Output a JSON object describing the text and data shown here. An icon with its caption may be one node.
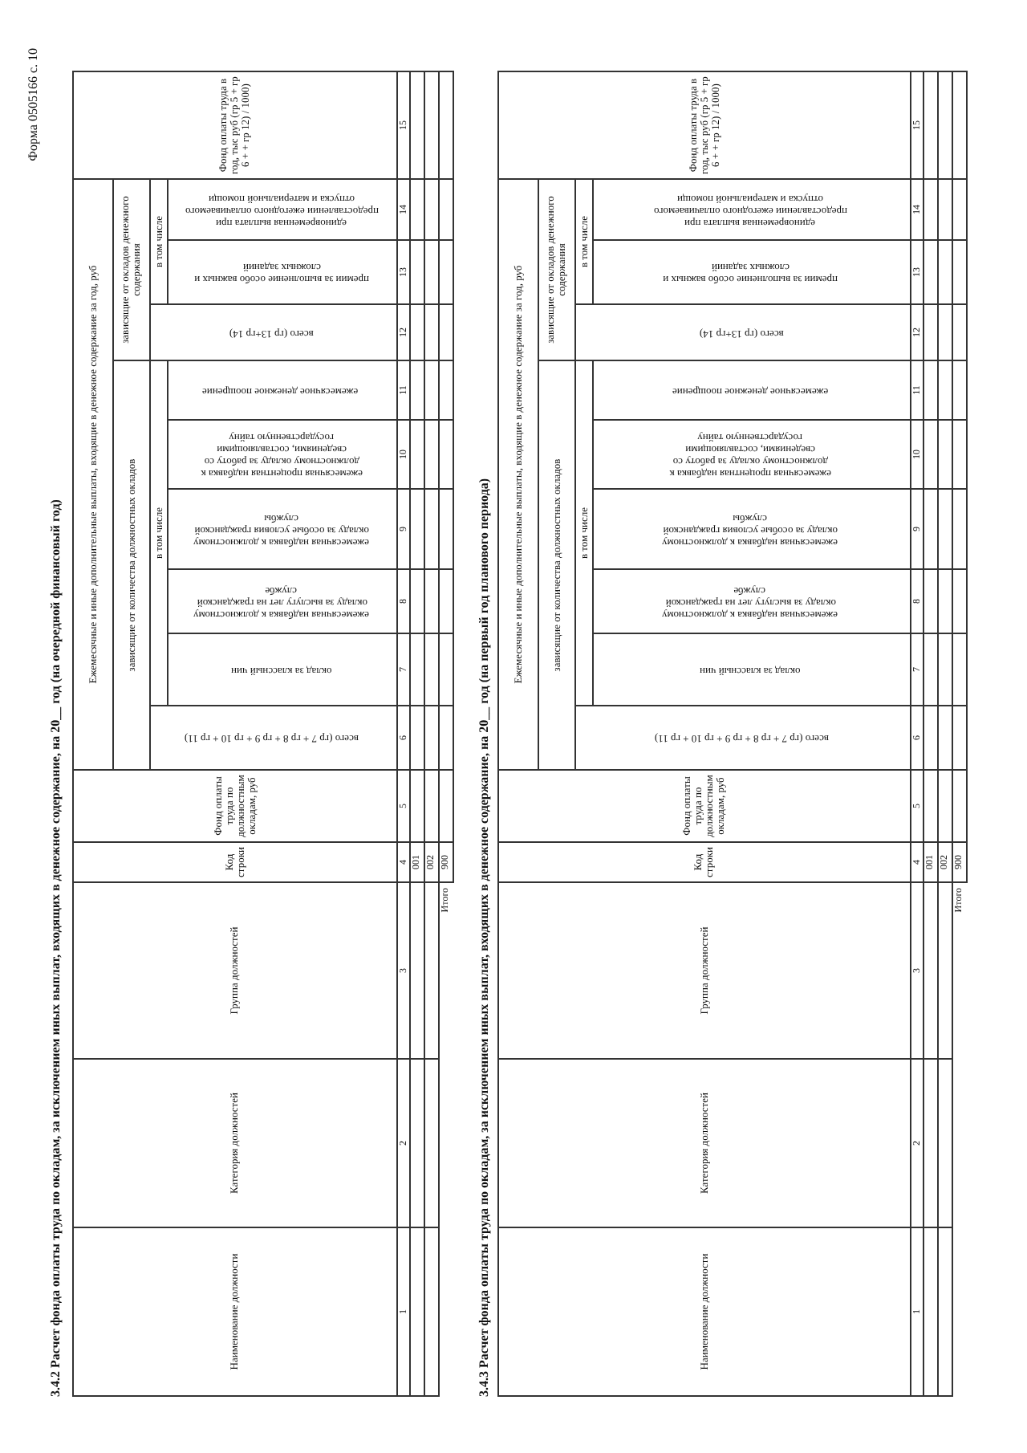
{
  "diagram": {
    "labels": [
      "Форма 0505166 с. 10",
      "3.4.2 Расчет фонда оплаты труда по окладам, за исключением иных выплат, входящих в денежное содержание, на 20__ год (на очередной финансовый год)",
      "Наименование должности",
      "Категория должностей",
      "Группа должностей",
      "Код строки",
      "Фонд оплаты труда по должностным окладам, руб",
      "Ежемесячные и иные дополнительные выплаты, входящие в денежное содержание за год, руб",
      "Фонд оплаты труда в год, тыс руб (гр 5 + гр 6 + + гр 12) / 1000)",
      "зависящие от количества должностных окладов",
      "зависящие от окладов денежного содержания",
      "всего (гр 7 + гр 8 + гр 9 + гр 10 + гр 11)",
      "в том числе",
      "всего (гр 13+гр 14)",
      "в том числе",
      "оклад за классный чин",
      "ежемесячная надбавка к должностному окладу за выслугу лет на гражданской службе",
      "ежемесячная надбавка к должностному окладу за особые условия гражданской службы",
      "ежемесячная процентная надбавка к должностному окладу за работу со сведениями, составляющими государственную тайну",
      "ежемесячное денежное поощрение",
      "премии за выполнение особо важных и сложных заданий",
      "единовременная выплата при предоставлении ежегодного оплачиваемого отпуска и материальной помощи",
      "1",
      "2",
      "3",
      "4",
      "5",
      "6",
      "7",
      "8",
      "9",
      "10",
      "11",
      "12",
      "13",
      "14",
      "15",
      "001",
      "002",
      "Итого",
      "900",
      "3.4.3 Расчет фонда оплаты труда по окладам, за исключением иных выплат, входящих в денежное содержание, на 20__ год (на первый год планового периода)",
      "Наименование должности",
      "Категория должностей",
      "Группа должностей",
      "Код строки",
      "Фонд оплаты труда по должностным окладам, руб",
      "Ежемесячные и иные дополнительные выплаты, входящие в денежное содержание за год, руб",
      "Фонд оплаты труда в год, тыс руб (гр 5 + гр 6 + + гр 12) / 1000)",
      "зависящие от количества должностных окладов",
      "зависящие от окладов денежного содержания",
      "всего (гр 7 + гр 8 + гр 9 + гр 10 + гр 11)",
      "в том числе",
      "всего (гр 13+гр 14)",
      "в том числе",
      "оклад за классный чин",
      "ежемесячная надбавка к должностному окладу за выслугу лет на гражданской службе",
      "ежемесячная надбавка к должностному окладу за особые условия гражданской службы",
      "ежемесячная процентная надбавка к должностному окладу за работу со сведениями, составляющими государственную тайну",
      "ежемесячное денежное поощрение",
      "премии за выполнение особо важных и сложных заданий",
      "единовременная выплата при предоставлении ежегодного оплачиваемого отпуска и материальной помощи",
      "1",
      "2",
      "3",
      "4",
      "5",
      "6",
      "7",
      "8",
      "9",
      "10",
      "11",
      "12",
      "13",
      "14",
      "15",
      "001",
      "002",
      "Итого",
      "900"
    ]
  }
}
